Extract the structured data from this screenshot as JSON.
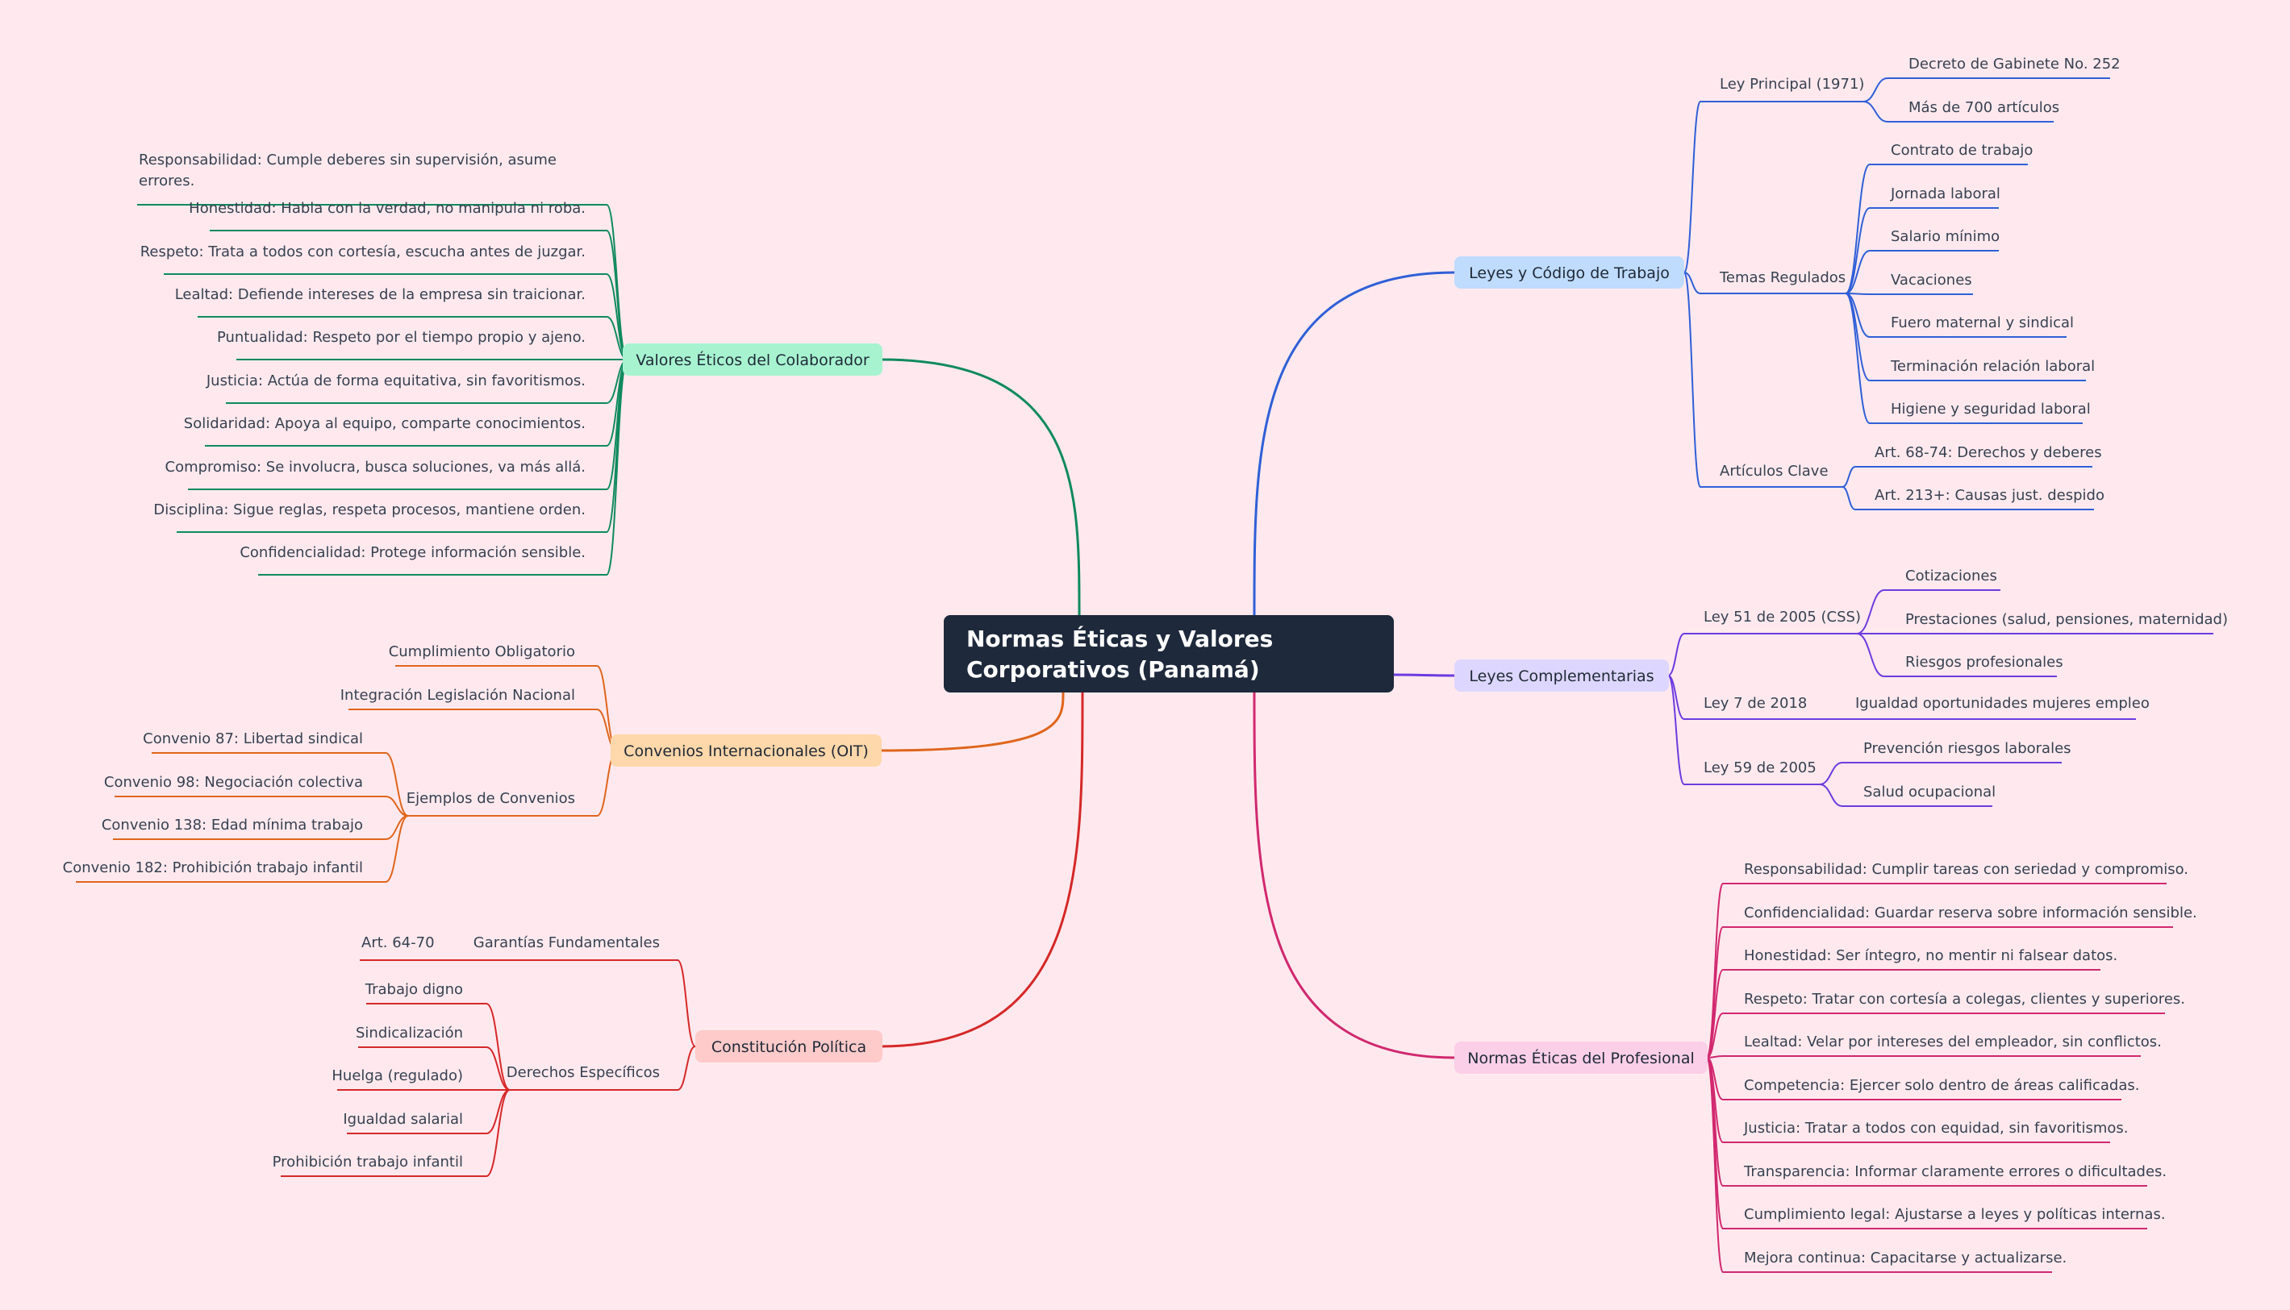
{
  "root": {
    "lines": [
      "Normas Éticas y Valores",
      "Corporativos (Panamá)"
    ]
  },
  "colors": {
    "background": "#ffe9ee",
    "root": "#1e293b",
    "valores": "#0f8a5f",
    "valores_fill": "#a7f3d0",
    "convenios": "#e0651c",
    "convenios_fill": "#fed7aa",
    "constitucion": "#d62828",
    "constitucion_fill": "#fecaca",
    "leyes": "#2f5fd8",
    "leyes_fill": "#bfdbfe",
    "complementarias": "#6d3be0",
    "complementarias_fill": "#ddd6fe",
    "normas": "#d1286f",
    "normas_fill": "#fbcfe8"
  },
  "branches": {
    "valores": {
      "label": "Valores Éticos del Colaborador",
      "items": [
        {
          "lines": [
            "Responsabilidad: Cumple deberes sin supervisión, asume",
            "errores."
          ]
        },
        {
          "lines": [
            "Honestidad: Habla con la verdad, no manipula ni roba."
          ]
        },
        {
          "lines": [
            "Respeto: Trata a todos con cortesía, escucha antes de juzgar."
          ]
        },
        {
          "lines": [
            "Lealtad: Defiende intereses de la empresa sin traicionar."
          ]
        },
        {
          "lines": [
            "Puntualidad: Respeto por el tiempo propio y ajeno."
          ]
        },
        {
          "lines": [
            "Justicia: Actúa de forma equitativa, sin favoritismos."
          ]
        },
        {
          "lines": [
            "Solidaridad: Apoya al equipo, comparte conocimientos."
          ]
        },
        {
          "lines": [
            "Compromiso: Se involucra, busca soluciones, va más allá."
          ]
        },
        {
          "lines": [
            "Disciplina: Sigue reglas, respeta procesos, mantiene orden."
          ]
        },
        {
          "lines": [
            "Confidencialidad: Protege información sensible."
          ]
        }
      ]
    },
    "convenios": {
      "label": "Convenios Internacionales (OIT)",
      "items": [
        "Cumplimiento Obligatorio",
        "Integración Legislación Nacional"
      ],
      "ejemplos": {
        "label": "Ejemplos de Convenios",
        "items": [
          "Convenio 87: Libertad sindical",
          "Convenio 98: Negociación colectiva",
          "Convenio 138: Edad mínima trabajo",
          "Convenio 182: Prohibición trabajo infantil"
        ]
      }
    },
    "constitucion": {
      "label": "Constitución Política",
      "garantias": {
        "label": "Garantías Fundamentales",
        "child": "Art. 64-70"
      },
      "derechos": {
        "label": "Derechos Específicos",
        "items": [
          "Trabajo digno",
          "Sindicalización",
          "Huelga (regulado)",
          "Igualdad salarial",
          "Prohibición trabajo infantil"
        ]
      }
    },
    "leyes": {
      "label": "Leyes y Código de Trabajo",
      "ley_principal": {
        "label": "Ley Principal (1971)",
        "items": [
          "Decreto de Gabinete No. 252",
          "Más de 700 artículos"
        ]
      },
      "temas": {
        "label": "Temas Regulados",
        "items": [
          "Contrato de trabajo",
          "Jornada laboral",
          "Salario mínimo",
          "Vacaciones",
          "Fuero maternal y sindical",
          "Terminación relación laboral",
          "Higiene y seguridad laboral"
        ]
      },
      "articulos": {
        "label": "Artículos Clave",
        "items": [
          "Art. 68-74: Derechos y deberes",
          "Art. 213+: Causas just. despido"
        ]
      }
    },
    "complementarias": {
      "label": "Leyes Complementarias",
      "ley51": {
        "label": "Ley 51 de 2005 (CSS)",
        "items": [
          "Cotizaciones",
          "Prestaciones (salud, pensiones, maternidad)",
          "Riesgos profesionales"
        ]
      },
      "ley7": {
        "label": "Ley 7 de 2018",
        "child": "Igualdad oportunidades mujeres empleo"
      },
      "ley59": {
        "label": "Ley 59 de 2005",
        "items": [
          "Prevención riesgos laborales",
          "Salud ocupacional"
        ]
      }
    },
    "normas": {
      "label": "Normas Éticas del Profesional",
      "items": [
        "Responsabilidad: Cumplir tareas con seriedad y compromiso.",
        "Confidencialidad: Guardar reserva sobre información sensible.",
        "Honestidad: Ser íntegro, no mentir ni falsear datos.",
        "Respeto: Tratar con cortesía a colegas, clientes y superiores.",
        "Lealtad: Velar por intereses del empleador, sin conflictos.",
        "Competencia: Ejercer solo dentro de áreas calificadas.",
        "Justicia: Tratar a todos con equidad, sin favoritismos.",
        "Transparencia: Informar claramente errores o dificultades.",
        "Cumplimiento legal: Ajustarse a leyes y políticas internas.",
        "Mejora continua: Capacitarse y actualizarse."
      ]
    }
  }
}
